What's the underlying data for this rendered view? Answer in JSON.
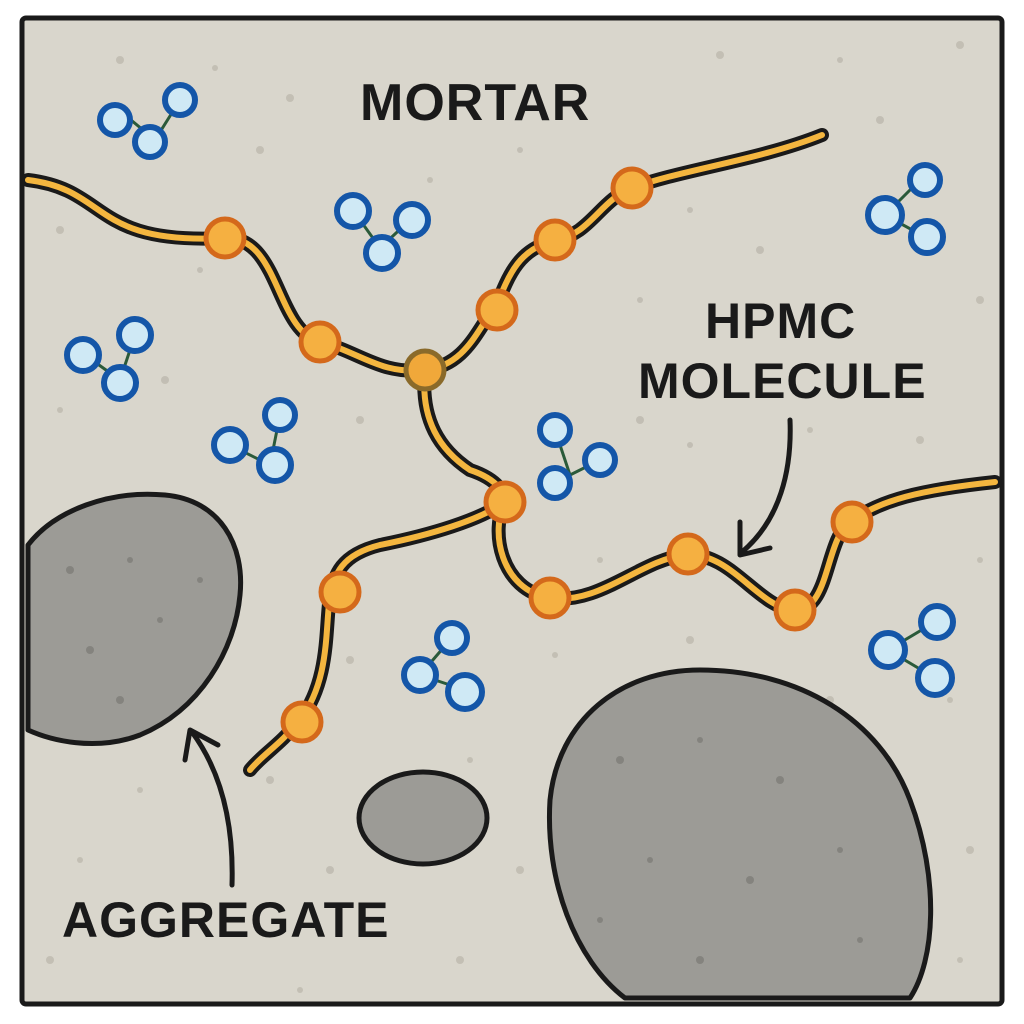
{
  "labels": {
    "mortar": "MORTAR",
    "hpmc_line1": "HPMC",
    "hpmc_line2": "MOLECULE",
    "aggregate": "AGGREGATE"
  },
  "colors": {
    "background": "#d9d6cc",
    "outline": "#1a1a1a",
    "aggregate_fill": "#9c9b96",
    "chain_fill": "#f4b63f",
    "chain_node_fill": "#f5b041",
    "chain_node_stroke": "#d4691b",
    "water_fill": "#cfe9f5",
    "water_stroke": "#1456a8"
  },
  "icons": {
    "water_molecule": "water-molecule-icon",
    "chain_node": "hpmc-node-icon"
  }
}
